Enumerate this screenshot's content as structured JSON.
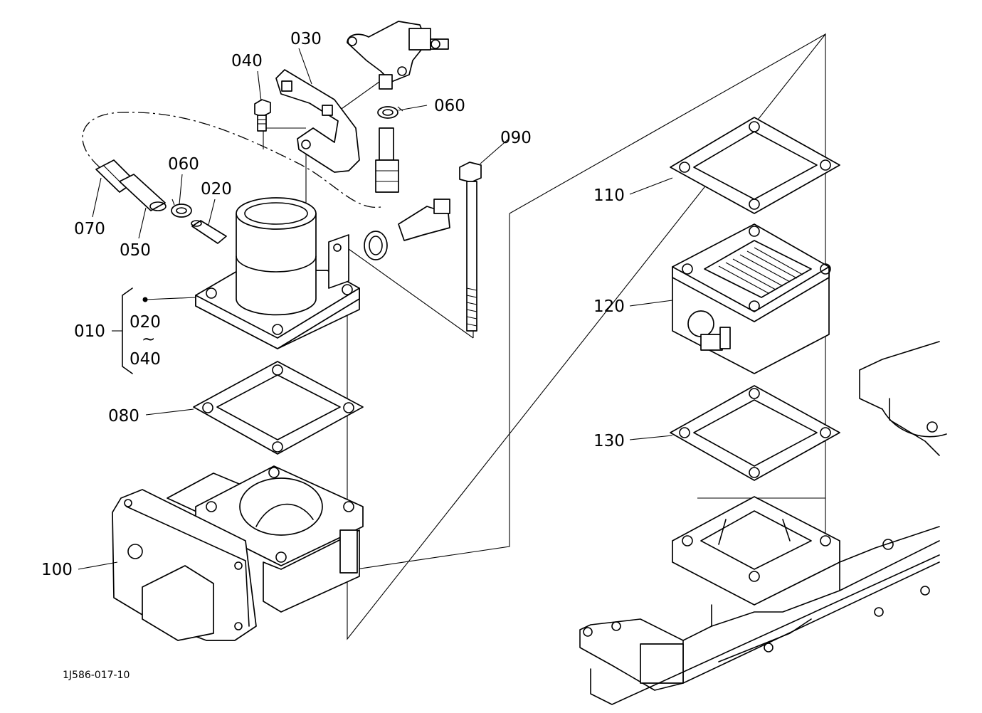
{
  "labels": {
    "l010": "010",
    "l020a": "020",
    "l020b": "020",
    "tilde": "~",
    "l030": "030",
    "l040a": "040",
    "l040b": "040",
    "l050": "050",
    "l060a": "060",
    "l060b": "060",
    "l070": "070",
    "l080": "080",
    "l090": "090",
    "l100": "100",
    "l110": "110",
    "l120": "120",
    "l130": "130"
  },
  "drawing_code": "1J586-017-10"
}
